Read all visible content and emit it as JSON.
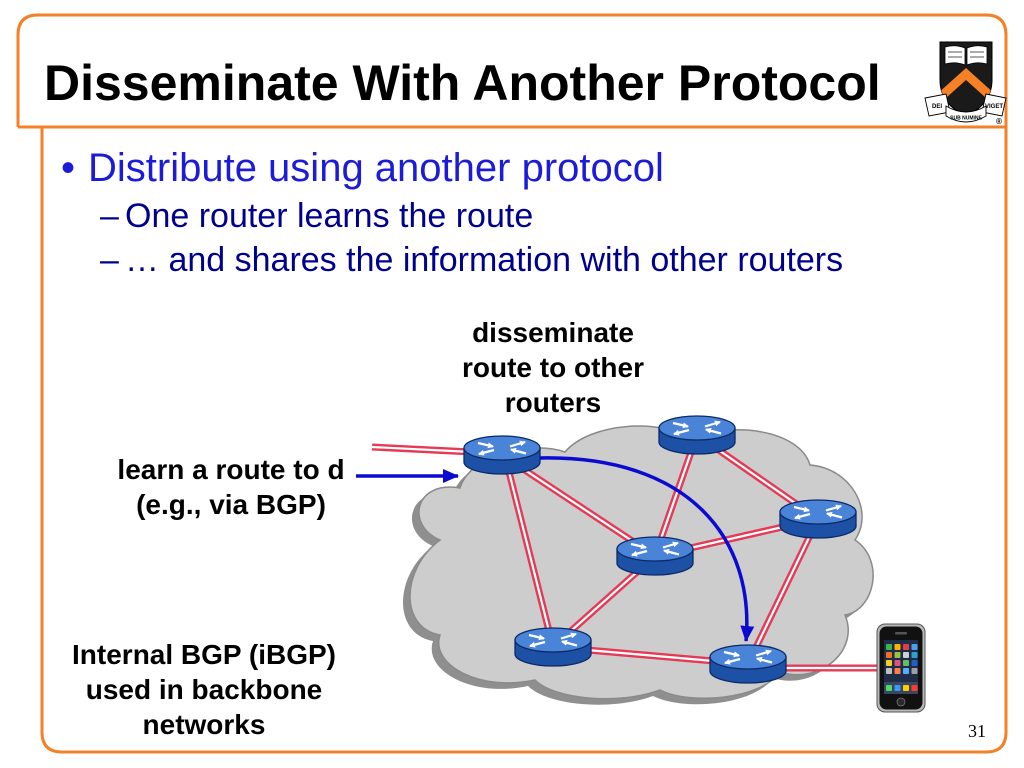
{
  "slide": {
    "title": "Disseminate With Another Protocol",
    "bullets": [
      {
        "marker": "•",
        "text": "Distribute using another protocol",
        "sub": [
          {
            "marker": "–",
            "text": "One router learns the route"
          },
          {
            "marker": "–",
            "text": "… and shares the information with other routers"
          }
        ]
      }
    ],
    "page_number": "31"
  },
  "diagram": {
    "labels": {
      "disseminate": [
        "disseminate",
        "route to other",
        "routers"
      ],
      "learn": [
        "learn a route to d",
        "(e.g., via BGP)"
      ],
      "ibgp": [
        "Internal BGP (iBGP)",
        "used in backbone",
        "networks"
      ]
    }
  },
  "logo": {
    "motto": [
      "DEI",
      "SUB NUMINE",
      "VIGET"
    ],
    "registered_mark": "®"
  },
  "icons": {
    "router": "router-icon",
    "cloud": "network-cloud-icon",
    "phone": "iphone-icon",
    "logo": "princeton-shield-icon"
  },
  "colors": {
    "accent_orange": "#f58025",
    "bullet_blue": "#1c1cd8",
    "subbullet_navy": "#00008f",
    "link_red": "#e53a55",
    "arrow_blue": "#0a0ad0",
    "cloud_gray": "#cdcdcd",
    "router_blue": "#1d51a6"
  }
}
